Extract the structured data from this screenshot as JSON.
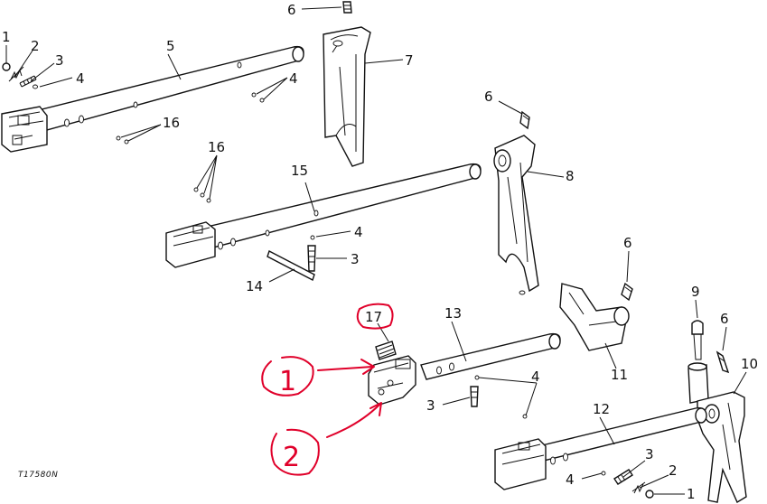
{
  "callouts": {
    "c1_top": "1",
    "c2_top": "2",
    "c3_top": "3",
    "c4_top": "4",
    "c5": "5",
    "c6_top": "6",
    "c7": "7",
    "c4_upper_mid": "4",
    "c16_upper": "16",
    "c6_mid": "6",
    "c16_mid": "16",
    "c8": "8",
    "c15": "15",
    "c4_mid": "4",
    "c3_mid": "3",
    "c14": "14",
    "c6_right": "6",
    "c17": "17",
    "c13": "13",
    "c9": "9",
    "c6_far_right": "6",
    "c11": "11",
    "c10": "10",
    "c4_lower": "4",
    "c3_lower": "3",
    "c12": "12",
    "c3_bottom": "3",
    "c2_bottom": "2",
    "c4_bottom": "4",
    "c1_bottom": "1"
  },
  "annotations": {
    "handwritten_1": "1",
    "handwritten_2": "2",
    "annotation_color": "#e0002a"
  },
  "figure_code": "T17580N"
}
